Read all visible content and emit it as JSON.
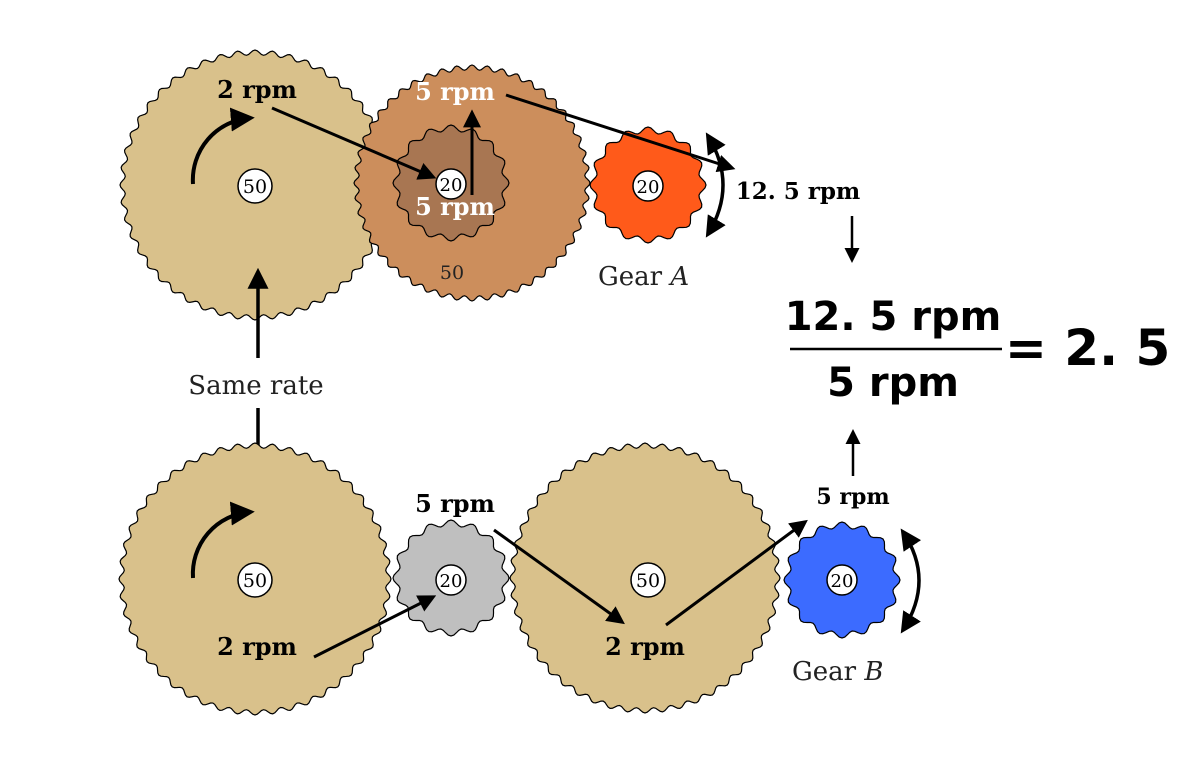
{
  "labels": {
    "top_big_rate": "2 rpm",
    "top_compound_outer_rate": "5 rpm",
    "top_compound_inner_rate": "5 rpm",
    "top_output_rate": "12. 5 rpm",
    "same_rate": "Same rate",
    "gear_a": "Gear",
    "gear_a_var": "A",
    "gear_b": "Gear",
    "gear_b_var": "B",
    "bottom_big_rate": "2 rpm",
    "bottom_idler_rate": "5 rpm",
    "bottom_second_big_rate": "2 rpm",
    "bottom_output_rate": "5 rpm"
  },
  "equation": {
    "numerator": "12. 5 rpm",
    "denominator": "5 rpm",
    "result": "= 2. 5"
  },
  "gears": {
    "top_big": {
      "teeth": "50"
    },
    "top_compound_outer": {
      "teeth": "50"
    },
    "top_compound_inner": {
      "teeth": "20"
    },
    "gear_a": {
      "teeth": "20"
    },
    "bottom_big": {
      "teeth": "50"
    },
    "bottom_idler": {
      "teeth": "20"
    },
    "bottom_second_big": {
      "teeth": "50"
    },
    "gear_b": {
      "teeth": "20"
    }
  },
  "colors": {
    "tan": "#d9c18b",
    "copper": "#cc8e5c",
    "brown": "#a87652",
    "orange": "#ff5a1a",
    "gray": "#bfbfbf",
    "blue": "#3c6bff"
  }
}
